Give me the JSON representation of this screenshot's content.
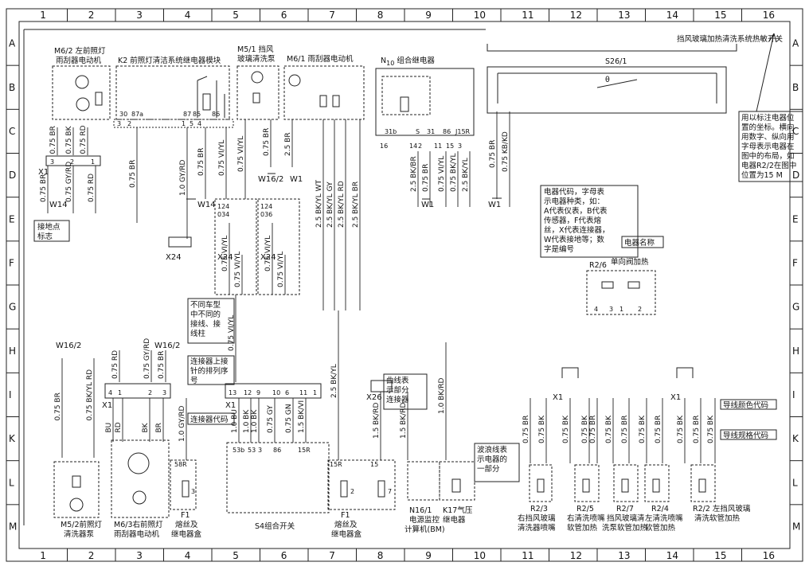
{
  "grid": {
    "columns": [
      "1",
      "2",
      "3",
      "4",
      "5",
      "6",
      "7",
      "8",
      "9",
      "10",
      "11",
      "12",
      "13",
      "14",
      "15",
      "16"
    ],
    "rows": [
      "A",
      "B",
      "C",
      "D",
      "E",
      "F",
      "G",
      "H",
      "I",
      "K",
      "L",
      "M"
    ]
  },
  "title_right": "挡风玻璃加热清洗系统热敏开关",
  "components": {
    "m6_2": [
      "M6/2 左前照灯",
      "雨刮器电动机"
    ],
    "k2": "K2 前照灯清洁系统继电器模块",
    "m5_1": [
      "M5/1 挡风",
      "玻璃清洗泵"
    ],
    "m6_1": "M6/1 雨刮器电动机",
    "n10_prefix": "N",
    "n10_sub": "10",
    "n10_rest": " 组合继电器",
    "s26_1": "S26/1",
    "theta": "θ",
    "m5_2": [
      "M5/2前照灯",
      "清洗器泵"
    ],
    "m6_3": [
      "M6/3右前照灯",
      "雨刮器电动机"
    ],
    "f1_left": [
      "F1",
      "熔丝及",
      "继电器盒"
    ],
    "s4": "S4组合开关",
    "f1_mid": [
      "F1",
      "熔丝及",
      "继电器盒"
    ],
    "n16_1": [
      "N16/1",
      "电源监控",
      "计算机(BM)"
    ],
    "k17": [
      "K17气压",
      "继电器"
    ],
    "r2_3": [
      "R2/3",
      "右挡风玻璃",
      "清洗器喷嘴"
    ],
    "r2_5": [
      "R2/5",
      "右清洗喷嘴",
      "软管加热"
    ],
    "r2_7": [
      "R2/7",
      "挡风玻璃清",
      "洗泵软管加热"
    ],
    "r2_4": [
      "R2/4",
      "左清洗喷嘴",
      "软管加热"
    ],
    "r2_2": [
      "R2/2 左挡风玻璃",
      "清洗软管加热"
    ],
    "r2_6": "R2/6",
    "r2_6_name": "单向阀加热"
  },
  "callouts": {
    "coords": [
      "用以标注电器位",
      "置的坐标。横向",
      "用数字、纵向用",
      "字母表示电器在",
      "图中的布局，如",
      "电器R2/2在图中",
      "位置为15 M"
    ],
    "codes": [
      "电器代码，字母表",
      "示电器种类，如：",
      "A代表仪表，B代表",
      "传感器，F代表熔",
      "丝，X代表连接器，",
      "W代表接地等；数",
      "字是编号"
    ],
    "name": "电器名称",
    "ground": [
      "接地点",
      "标志"
    ],
    "variant": [
      "不同车型",
      "中不同的",
      "接线、接",
      "线柱"
    ],
    "pin_order": [
      "连接器上接",
      "针的排列序",
      "号"
    ],
    "conn_code": "连接器代码",
    "curve": [
      "曲线表",
      "示部分",
      "连接器"
    ],
    "wavy": [
      "波浪线表",
      "示电器的",
      "一部分"
    ],
    "wire_color": "导线颜色代码",
    "wire_spec": "导线规格代码"
  },
  "connectors": {
    "x1": "X1",
    "x24": "X24",
    "x26": "X26",
    "w14": "W14",
    "w16_2": "W16/2",
    "w1": "W1",
    "c124": [
      "124",
      "034"
    ],
    "c124b": [
      "124",
      "036"
    ]
  },
  "pins": {
    "k2_top": [
      "30",
      "87a",
      "87",
      "85",
      "86"
    ],
    "k2_bot": [
      "3",
      "2",
      "1",
      "5",
      "4"
    ],
    "n10_top": [
      "31b",
      "S",
      "31",
      "86",
      "J15R"
    ],
    "n10_bot": [
      "16",
      "14",
      "2",
      "11",
      "15",
      "3"
    ],
    "x1_left": [
      "3",
      "2",
      "1"
    ],
    "x1_mid": [
      "4",
      "1",
      "2",
      "3"
    ],
    "x1_s4": [
      "13",
      "12",
      "9",
      "10",
      "6",
      "11",
      "1"
    ],
    "s4_pins": [
      "53b",
      "53",
      "3",
      "86",
      "15R"
    ],
    "r2_6": [
      "4",
      "3",
      "1",
      "2"
    ],
    "f1_pin": "58R",
    "f1_mid_pins": [
      "15R",
      "15"
    ],
    "fuse_nums": [
      "3",
      "2",
      "7"
    ]
  },
  "wires": {
    "m62": [
      "0.75 BR",
      "0.75 BK",
      "0.75 RD"
    ],
    "x1_left": [
      "0.75 BR",
      "0.75 GY/RD",
      "0.75 RD"
    ],
    "k2_30": "0.75 BR",
    "k2_87": "1.0 GY/RD",
    "k2_85": "0.75 BR",
    "k2_86": "0.75 VI/YL",
    "m51": "0.75 VI/YL",
    "m51_b": "0.75 BR",
    "m61_a": "2.5 BR",
    "m61_b": [
      "2.5 BK/YL WT",
      "2.5 BK/YL GY",
      "2.5 BK/YL RD",
      "2.5 BK/YL BR"
    ],
    "c124a": [
      "0.75 VI/YL",
      "0.75 VI/YL"
    ],
    "c124b": [
      "0.75 VI/YL",
      "0.75 VI/YL"
    ],
    "long_vi": "0.75 VI/YL",
    "n10": [
      "2.5 BK/BR",
      "0.75 BR",
      "0.75 VI/YL",
      "0.75 BK/YL",
      "2.5 BK/YL"
    ],
    "s26_left": [
      "0.75 BR",
      "0.75 KB/KD"
    ],
    "h_row": [
      "0.75 RD",
      "0.75 GY/RD",
      "0.75 BR"
    ],
    "i_left": [
      "0.75 BR",
      "0.75 BK/YL RD"
    ],
    "k_row": [
      "BU",
      "RD",
      "BK",
      "BR"
    ],
    "f1l": "1.0 GY/RD",
    "s4_wires": [
      "1.0 BU",
      "1.0 BK",
      "1.0 BK",
      "0.75 GY",
      "0.75 GN",
      "1.5 BK/VI"
    ],
    "f1_mid_w": "2.5 BK/YL",
    "x26_w": [
      "1.5 BK/RD",
      "1.5 BK/RD"
    ],
    "n16_w": "1.0 BK/RD",
    "right_wires": [
      "0.75 BR",
      "0.75 BK",
      "0.75 BK",
      "0.75 BK",
      "0.75 BR",
      "0.75 BK",
      "0.75 BR",
      "0.75 BK",
      "0.75 BR",
      "0.75 BK",
      "0.75 BR",
      "0.75 BK"
    ],
    "r22_w": [
      "0.75 BR",
      "0.75 BK",
      "0.75 BR"
    ]
  }
}
